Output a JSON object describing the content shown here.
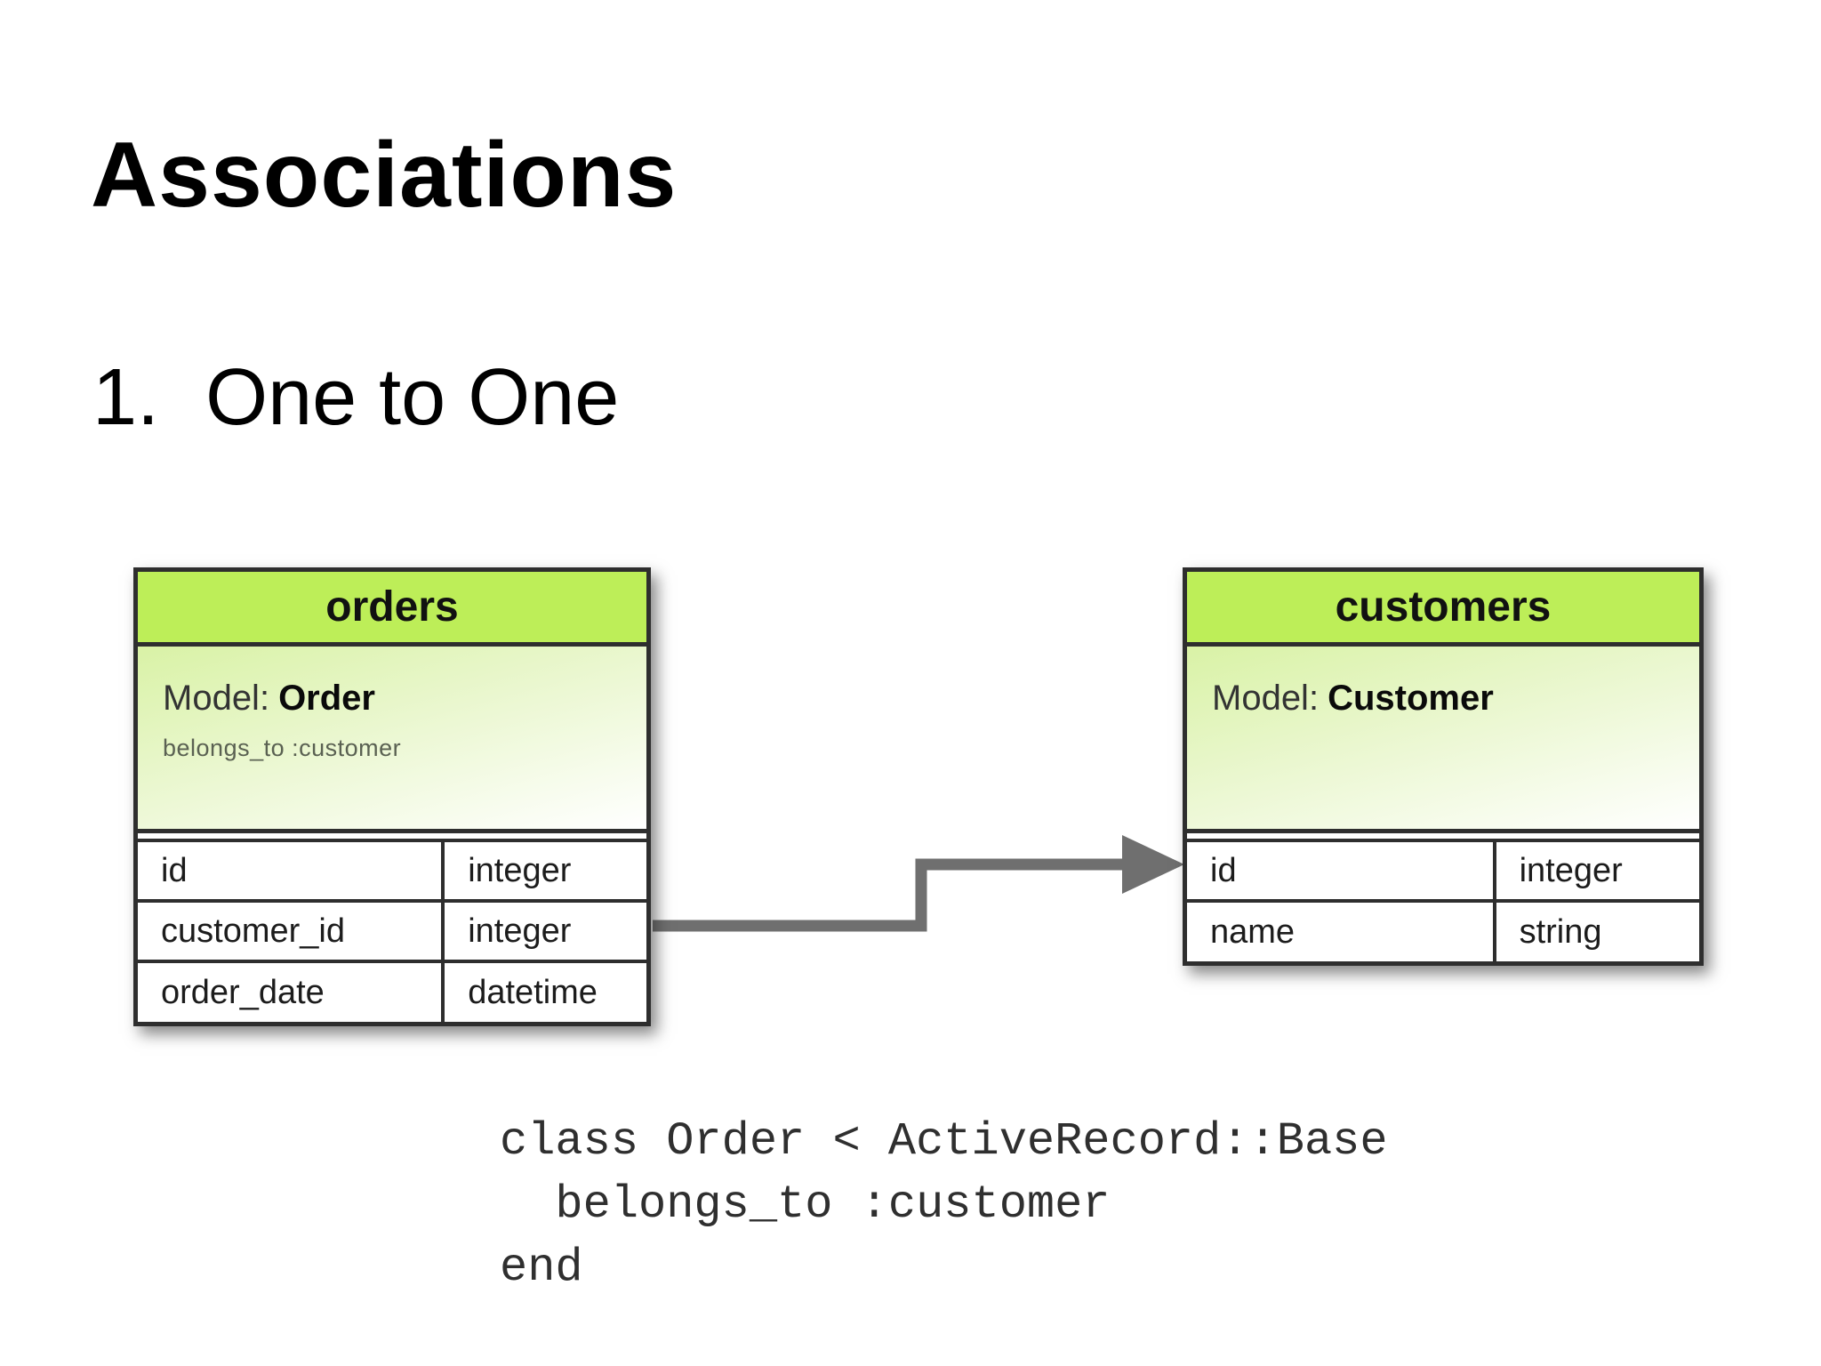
{
  "slide": {
    "title": "Associations",
    "list_item": {
      "number": "1.",
      "text": "One to One"
    }
  },
  "tables": [
    {
      "name": "orders",
      "model_label": "Model:",
      "model_name": "Order",
      "note": "belongs_to :customer",
      "columns": [
        {
          "field": "id",
          "type": "integer"
        },
        {
          "field": "customer_id",
          "type": "integer"
        },
        {
          "field": "order_date",
          "type": "datetime"
        }
      ]
    },
    {
      "name": "customers",
      "model_label": "Model:",
      "model_name": "Customer",
      "note": "",
      "columns": [
        {
          "field": "id",
          "type": "integer"
        },
        {
          "field": "name",
          "type": "string"
        }
      ]
    }
  ],
  "relationship": {
    "from_table": "orders",
    "from_field": "customer_id",
    "to_table": "customers",
    "to_field": "id",
    "arrow_direction": "right"
  },
  "code": {
    "line1": "class Order < ActiveRecord::Base",
    "line2": "  belongs_to :customer",
    "line3": "end"
  },
  "colors": {
    "header_green": "#bdee58",
    "gradient_top": "#d9f2a6",
    "border_dark": "#2e2e2e",
    "arrow_gray": "#6f6f6f"
  }
}
